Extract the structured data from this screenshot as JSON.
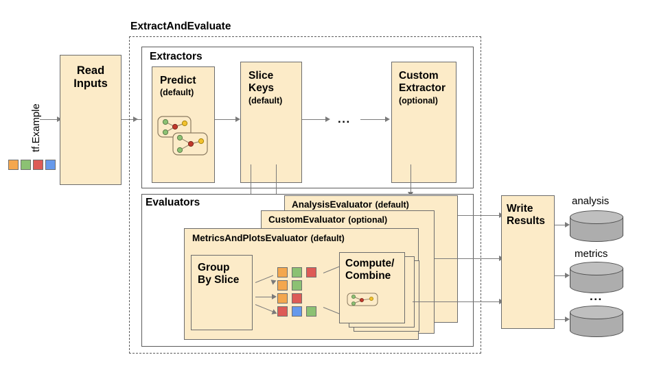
{
  "diagram": {
    "title_outer": "ExtractAndEvaluate",
    "input_label": "tf.Example",
    "read_inputs": "Read\nInputs",
    "read_inputs_line1": "Read",
    "read_inputs_line2": "Inputs",
    "extractors_title": "Extractors",
    "evaluators_title": "Evaluators",
    "ellipsis": "...",
    "extractors": [
      {
        "name_line1": "Predict",
        "name_line2": "",
        "qualifier": "(default)"
      },
      {
        "name_line1": "Slice",
        "name_line2": "Keys",
        "qualifier": "(default)"
      },
      {
        "name_line1": "Custom",
        "name_line2": "Extractor",
        "qualifier": "(optional)"
      }
    ],
    "evaluators": [
      {
        "name": "AnalysisEvaluator",
        "qualifier": "(default)"
      },
      {
        "name": "CustomEvaluator",
        "qualifier": "(optional)"
      },
      {
        "name": "MetricsAndPlotsEvaluator",
        "qualifier": "(default)"
      }
    ],
    "group_by_slice_line1": "Group",
    "group_by_slice_line2": "By Slice",
    "compute_line1": "Compute/",
    "compute_line2": "Combine",
    "write_results_line1": "Write",
    "write_results_line2": "Results",
    "outputs": [
      {
        "label": "analysis"
      },
      {
        "label": "metrics"
      },
      {
        "label": "..."
      }
    ],
    "input_swatches": [
      "orange",
      "green",
      "red",
      "blue"
    ],
    "slice_swatch_rows": [
      [
        "orange",
        "green",
        "red"
      ],
      [
        "orange",
        "green"
      ],
      [
        "orange",
        "red"
      ],
      [
        "red",
        "blue",
        "green"
      ]
    ],
    "colors": {
      "box_fill": "#FCEBC8",
      "box_stroke": "#6b6b6b",
      "container_stroke": "#5a5a5a",
      "connector": "#7a7a7a",
      "cylinder_fill": "#ADADAD",
      "cylinder_top": "#BFBFBF",
      "swatch_orange": "#F4A74E",
      "swatch_green": "#8CC173",
      "swatch_red": "#DD5B56",
      "swatch_blue": "#6699EB"
    }
  }
}
